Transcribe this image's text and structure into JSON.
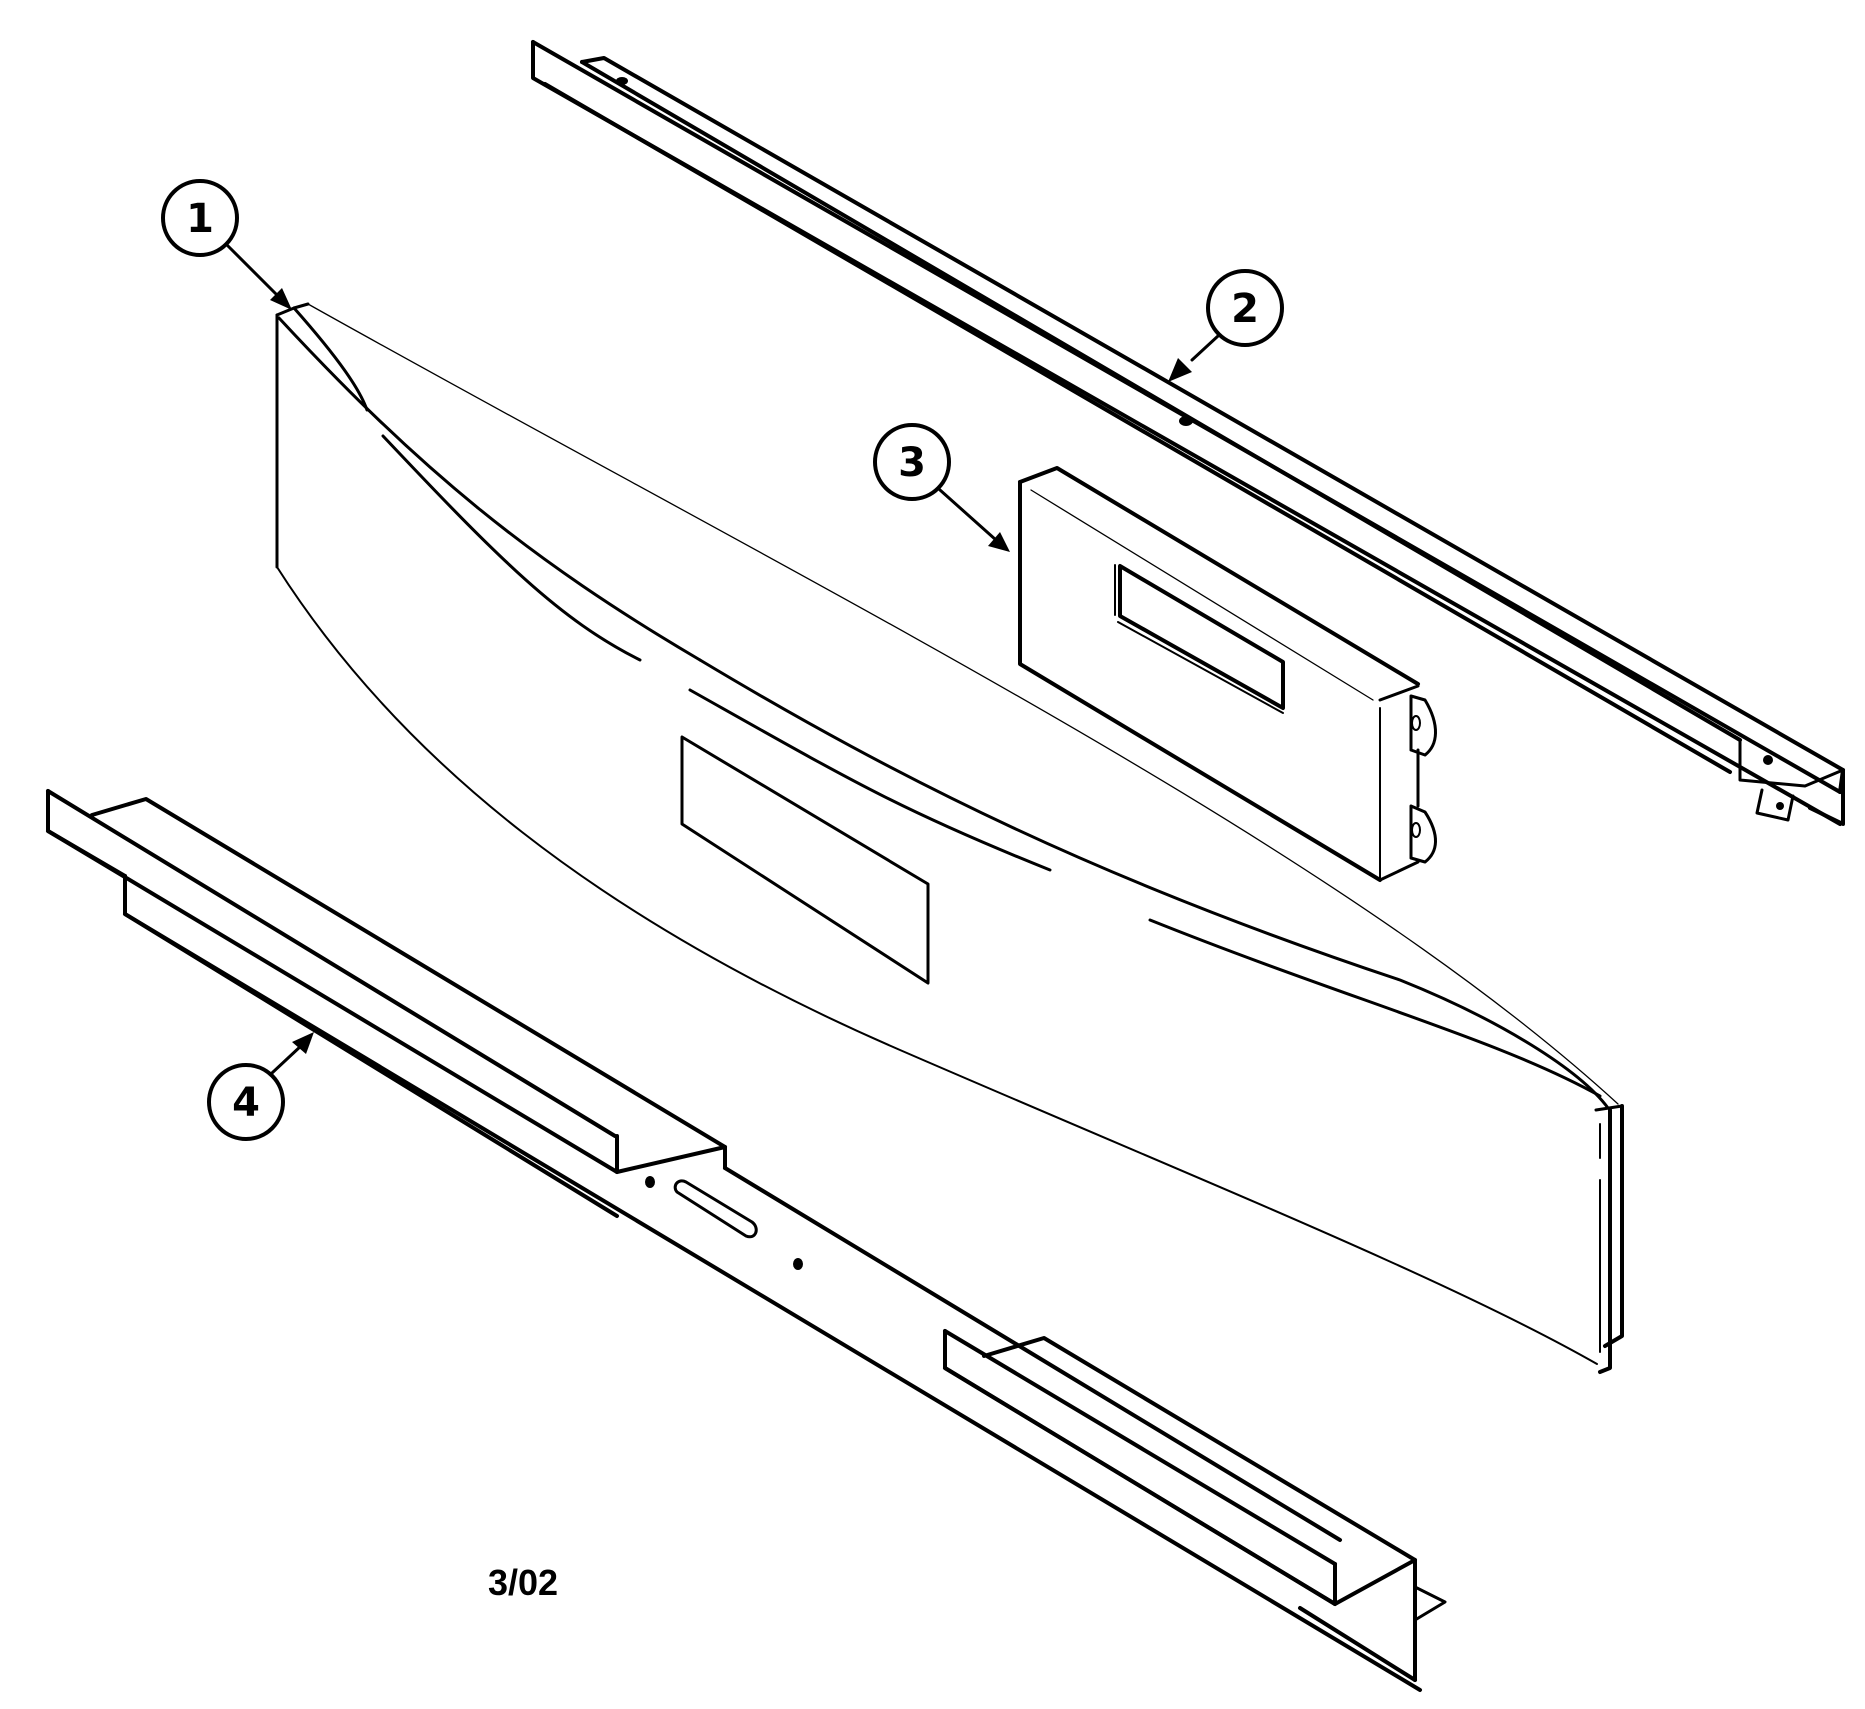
{
  "diagram": {
    "type": "exploded-parts-diagram",
    "subject": "control panel assembly",
    "line_color": "#000000",
    "background_color": "#ffffff",
    "callouts": [
      {
        "id": "1",
        "label": "1",
        "target": "control-panel"
      },
      {
        "id": "2",
        "label": "2",
        "target": "upper-mounting-rail"
      },
      {
        "id": "3",
        "label": "3",
        "target": "display-control-module"
      },
      {
        "id": "4",
        "label": "4",
        "target": "lower-mounting-bracket"
      }
    ],
    "date_code": "3/02"
  }
}
